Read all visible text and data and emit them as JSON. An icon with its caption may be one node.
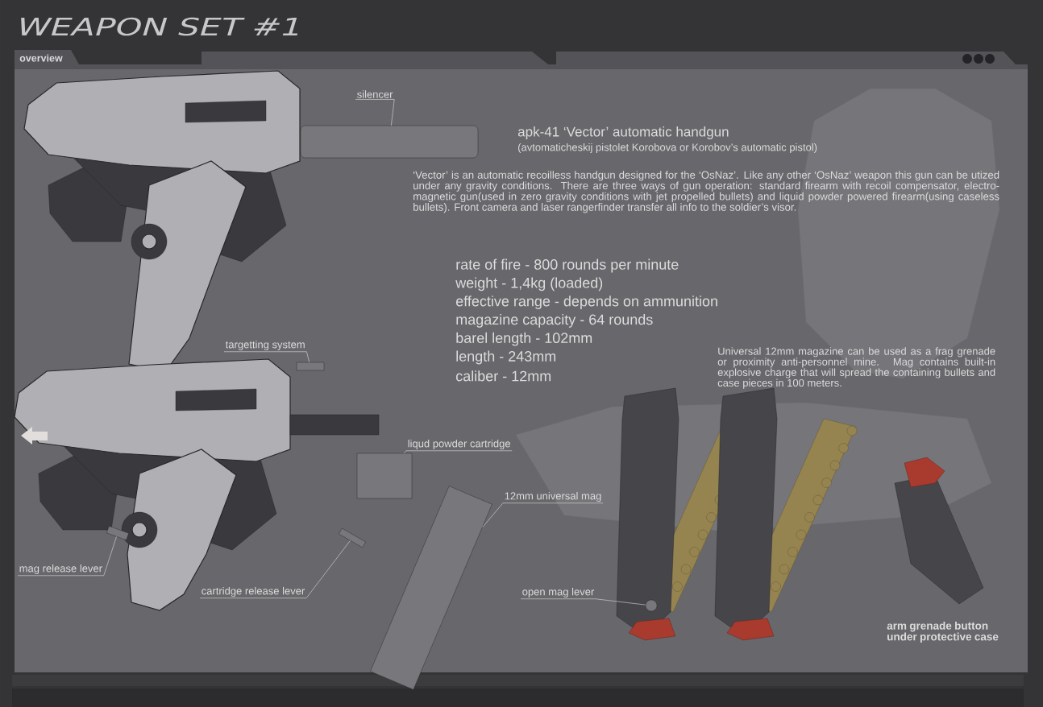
{
  "diagram": {
    "title": "WEAPON SET #1",
    "nodes": [
      {
        "text": [
          "silencer"
        ]
      },
      {
        "text": [],
        "shape": "cylinder"
      },
      {
        "text": [
          "targetting system"
        ]
      },
      {
        "text": [],
        "shape": "box"
      },
      {
        "text": [
          "liqud powder cartridge"
        ]
      },
      {
        "text": [],
        "shape": "box"
      },
      {
        "text": [
          "12mm universal mag"
        ]
      },
      {
        "text": [],
        "shape": "box"
      },
      {
        "text": [
          "mag release lever"
        ]
      },
      {
        "text": [],
        "shape": "box"
      },
      {
        "text": [
          "cartridge release lever"
        ]
      },
      {
        "text": [],
        "shape": "box"
      },
      {
        "text": [
          "open mag lever"
        ]
      },
      {
        "text": [],
        "shape": "circle"
      }
    ],
    "edges": [
      {
        "from": 0,
        "to": 1,
        "arrow": "none"
      },
      {
        "from": 2,
        "to": 3,
        "arrow": "none"
      },
      {
        "from": 4,
        "to": 5,
        "arrow": "none"
      },
      {
        "from": 6,
        "to": 7,
        "arrow": "none"
      },
      {
        "from": 8,
        "to": 9,
        "arrow": "none"
      },
      {
        "from": 10,
        "to": 11,
        "arrow": "none"
      },
      {
        "from": 12,
        "to": 13,
        "arrow": "none"
      }
    ],
    "labels": [
      "overview",
      "apk-41  ‘Vector’ automatic handgun",
      "(avtomaticheskij pistolet Korobova or Korobov’s automatic pistol)",
      "‘Vector’ is an automatic recoilless handgun designed for the ‘OsNaz’. Like any other ‘OsNaz’ weapon this gun can be utized under any gravity conditions. There are three ways of gun operation: standard firearm with recoil compensator, electro-magnetic gun(used in zero gravity conditions with jet propelled bullets) and liquid powder powered firearm(using caseless bullets).  Front camera and laser rangerfinder transfer all info to the soldier’s visor.",
      "rate of fire - 800 rounds per minute",
      "weight - 1,4kg (loaded)",
      "effective range - depends on ammunition",
      "magazine capacity -  64 rounds",
      "barel length - 102mm",
      "length - 243mm",
      "caliber - 12mm",
      "Universal 12mm magazine can be used as a frag grenade or proximity anti-personnel mine. Mag contains built-in explosive charge that will spread the containing bullets and case pieces  in 100 meters.",
      "arm grenade button under protective case"
    ]
  }
}
